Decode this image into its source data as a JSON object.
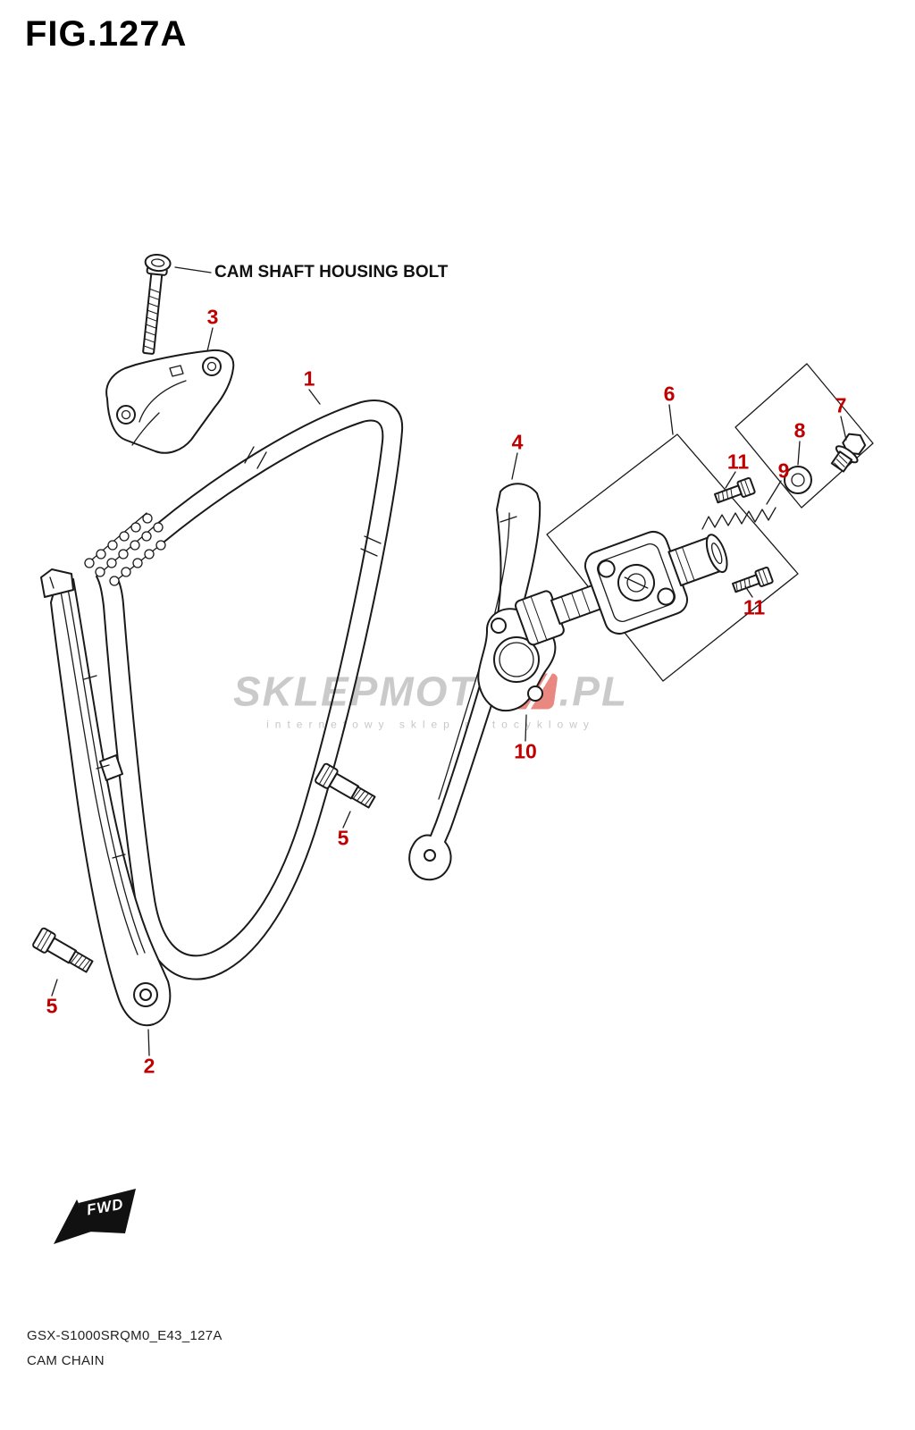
{
  "page": {
    "fig_label": "FIG.127A",
    "footer_code": "GSX-S1000SRQM0_E43_127A",
    "footer_title": "CAM CHAIN"
  },
  "diagram": {
    "annotation_housing_bolt": "CAM SHAFT HOUSING BOLT",
    "fwd_label": "FWD",
    "callouts": [
      {
        "label": "3"
      },
      {
        "label": "1"
      },
      {
        "label": "4"
      },
      {
        "label": "6"
      },
      {
        "label": "7"
      },
      {
        "label": "8"
      },
      {
        "label": "9"
      },
      {
        "label": "11"
      },
      {
        "label": "11"
      },
      {
        "label": "10"
      },
      {
        "label": "5"
      },
      {
        "label": "5"
      },
      {
        "label": "2"
      }
    ]
  },
  "watermark": {
    "main": "SKLEPMOTO",
    "suffix": ".PL",
    "subtitle": "internetowy sklep motocyklowy"
  },
  "colors": {
    "callout_red": "#c00000",
    "watermark_accent": "#d8271c",
    "line": "#1a1a1a"
  }
}
